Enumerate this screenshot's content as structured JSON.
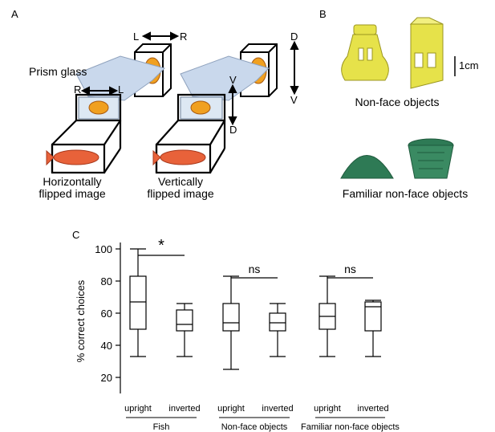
{
  "panels": {
    "a": {
      "letter": "A",
      "prism_label": "Prism glass",
      "dir_L": "L",
      "dir_R": "R",
      "dir_D": "D",
      "dir_V": "V",
      "caption_h_1": "Horizontally",
      "caption_h_2": "flipped image",
      "caption_v_1": "Vertically",
      "caption_v_2": "flipped image"
    },
    "b": {
      "letter": "B",
      "scale_label": "1cm",
      "nonface_label": "Non-face objects",
      "familiar_label": "Familiar non-face objects"
    },
    "c": {
      "letter": "C"
    }
  },
  "colors": {
    "fish_orange": "#e8623a",
    "fish_yellow": "#f0a020",
    "yellow_object": "#e6e24a",
    "green_object": "#2e7a55",
    "prism_blue": "#c9d8ec"
  },
  "chart_data": {
    "type": "box",
    "ylabel": "% correct choices",
    "ylim": [
      10,
      100
    ],
    "yticks": [
      20,
      40,
      60,
      80,
      100
    ],
    "groups": [
      {
        "name": "Fish",
        "significance": "*",
        "boxes": [
          {
            "label": "upright",
            "min": 33,
            "q1": 50,
            "median": 67,
            "q3": 83,
            "max": 100
          },
          {
            "label": "inverted",
            "min": 33,
            "q1": 49,
            "median": 53,
            "q3": 62,
            "max": 66
          }
        ]
      },
      {
        "name": "Non-face objects",
        "significance": "ns",
        "boxes": [
          {
            "label": "upright",
            "min": 25,
            "q1": 49,
            "median": 54,
            "q3": 66,
            "max": 83
          },
          {
            "label": "inverted",
            "min": 33,
            "q1": 49,
            "median": 54,
            "q3": 60,
            "max": 66
          }
        ]
      },
      {
        "name": "Familiar non-face objects",
        "significance": "ns",
        "boxes": [
          {
            "label": "upright",
            "min": 33,
            "q1": 50,
            "median": 58,
            "q3": 66,
            "max": 83
          },
          {
            "label": "inverted",
            "min": 33,
            "q1": 49,
            "median": 64,
            "q3": 67,
            "max": 68
          }
        ]
      }
    ]
  }
}
